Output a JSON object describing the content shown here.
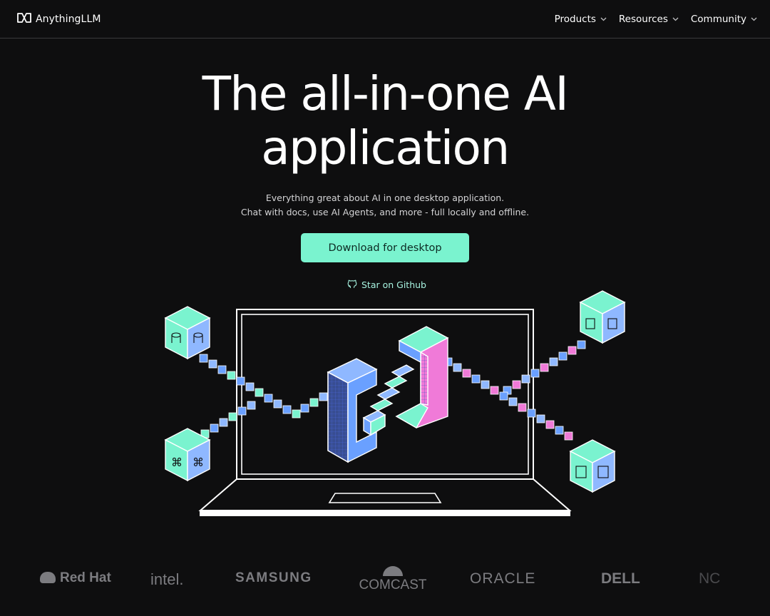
{
  "nav": {
    "brand": "AnythingLLM",
    "links": [
      "Products",
      "Resources",
      "Community"
    ]
  },
  "hero": {
    "title_line1": "The all-in-one AI",
    "title_line2": "application",
    "subtitle_line1": "Everything great about AI in one desktop application.",
    "subtitle_line2": "Chat with docs, use AI Agents, and more - full locally and offline.",
    "cta_label": "Download for desktop",
    "star_label": "Star on Github"
  },
  "brands": [
    "Red Hat",
    "intel.",
    "SAMSUNG",
    "COMCAST",
    "ORACLE",
    "DELL",
    "NC"
  ],
  "colors": {
    "background": "#0e0e0f",
    "accent_mint": "#7af3cf",
    "accent_blue": "#6aa0ff",
    "accent_pink": "#f07ad8",
    "muted": "#7c7c80"
  },
  "icons": [
    "anythingllm-logo-icon",
    "chevron-down-icon",
    "github-icon",
    "database-icon",
    "command-icon",
    "document-icon",
    "image-icon"
  ]
}
